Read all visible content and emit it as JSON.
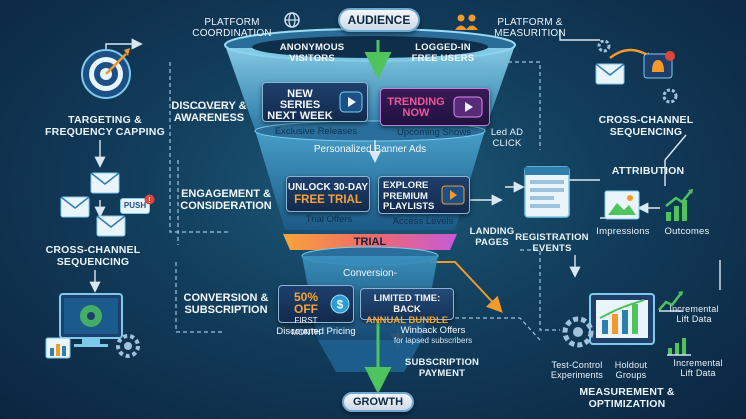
{
  "top": {
    "audience": "AUDIENCE",
    "growth": "GROWTH"
  },
  "sources": {
    "anonymous": "ANONYMOUS VISITORS",
    "logged_in": "LOGGED-IN FREE USERS"
  },
  "platform": {
    "coordination": "PLATFORM COORDINATION",
    "measurement": "PLATFORM & MEASURITION"
  },
  "stages": {
    "discovery": "DISCOVERY & AWARENESS",
    "engagement": "ENGAGEMENT & CONSIDERATION",
    "conversion": "CONVERSION & SUBSCRIPTION"
  },
  "discovery": {
    "card1": "NEW SERIES NEXT WEEK",
    "card1_sub": "Exclusive Releases",
    "card2": "TRENDING NOW",
    "card2_sub": "Upcoming Shows",
    "ad_click": "Led AD CLICK",
    "banner": "Personalized Banner Ads"
  },
  "engagement": {
    "card1_line1": "UNLOCK 30-DAY",
    "card1_line2": "FREE TRIAL",
    "card1_sub": "Trial Offers",
    "card2": "EXPLORE PREMIUM PLAYLISTS",
    "card2_sub": "Access Levels",
    "trial": "TRIAL"
  },
  "conversion": {
    "title": "Conversion-",
    "card1_line1": "50% OFF",
    "card1_line2": "FIRST MONTH",
    "card1_sub": "Discounted Pricing",
    "card2_line1": "LIMITED TIME: BACK",
    "card2_line2": "ANNUAL BUNDLE",
    "winback": "Winback Offers",
    "winback_sub": "for lapsed subscribers",
    "payment": "SUBSCRIPTION PAYMENT"
  },
  "left": {
    "targeting": "TARGETING & FREQUENCY CAPPING",
    "push": "PUSH",
    "sequencing": "CROSS-CHANNEL SEQUENCING"
  },
  "right": {
    "sequencing": "CROSS-CHANNEL SEQUENCING",
    "attribution": "ATTRIBUTION",
    "landing": "LANDING PAGES",
    "registration": "REGISTRATION EVENTS",
    "impressions": "Impressions",
    "outcomes": "Outcomes",
    "lift1": "Incremental Lift Data",
    "lift2": "Incremental Lift Data",
    "test_control": "Test-Control Experiments",
    "holdout": "Holdout Groups",
    "measurement": "MEASUREMENT & OPTIMIZATION"
  },
  "colors": {
    "accent_orange": "#f39a2a",
    "accent_green": "#4fc35d",
    "funnel_cyan": "#62c6e8"
  }
}
